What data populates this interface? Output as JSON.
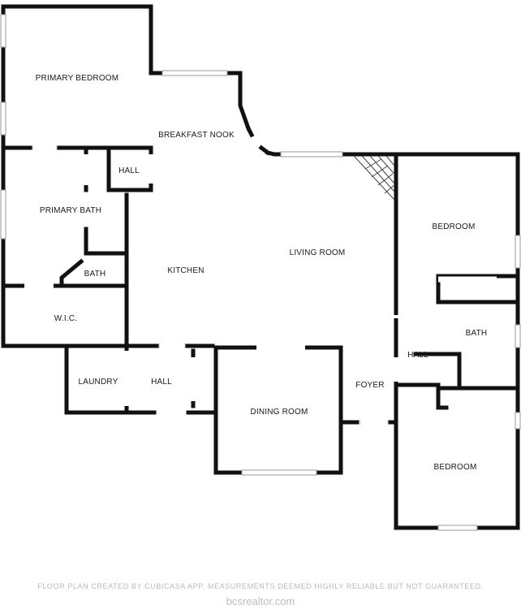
{
  "rooms": {
    "primary_bedroom": "PRIMARY BEDROOM",
    "breakfast_nook": "BREAKFAST NOOK",
    "hall_primary": "HALL",
    "primary_bath": "PRIMARY BATH",
    "bath_small": "BATH",
    "kitchen": "KITCHEN",
    "living_room": "LIVING ROOM",
    "wic": "W.I.C.",
    "bedroom_upper": "BEDROOM",
    "bath_right": "BATH",
    "hall_right": "HALL",
    "laundry": "LAUNDRY",
    "hall_lower": "HALL",
    "foyer": "FOYER",
    "dining_room": "DINING ROOM",
    "bedroom_lower": "BEDROOM"
  },
  "footer": {
    "disclaimer": "FLOOR PLAN CREATED BY CUBICASA APP. MEASUREMENTS DEEMED HIGHLY RELIABLE BUT NOT GUARANTEED.",
    "brand": "bcsrealtor.com"
  }
}
